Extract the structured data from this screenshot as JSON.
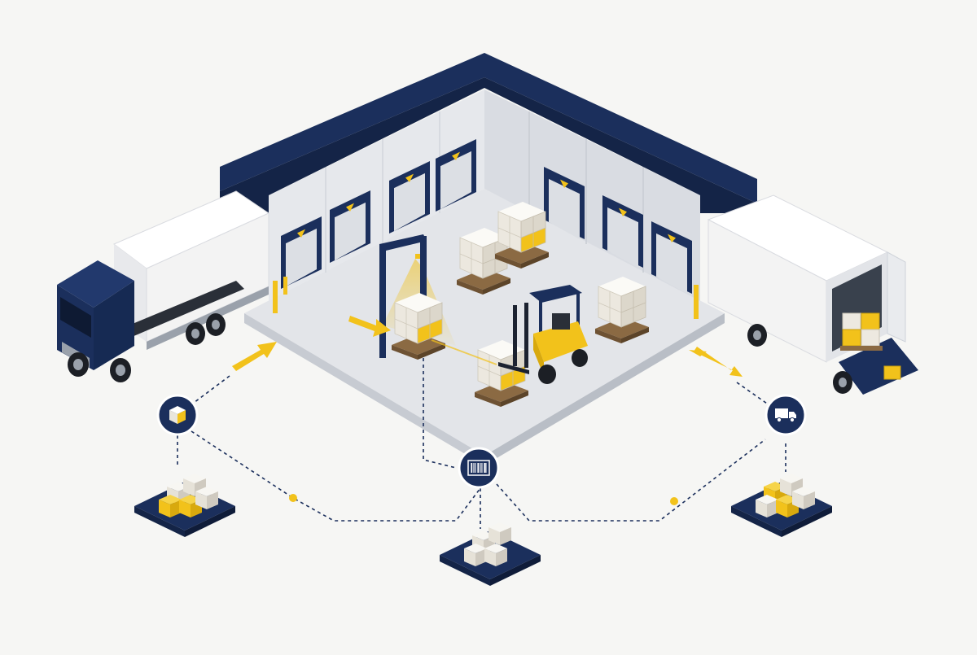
{
  "colors": {
    "navy": "#1b2f5c",
    "navy_dark": "#142447",
    "yellow": "#f2c21b",
    "wall": "#e4e6ea",
    "wall_dark": "#cfd3da",
    "floor": "#dcdfe4",
    "box": "#ece8df",
    "pallet": "#8b6a43",
    "trailer": "#f2f2f2",
    "background": "#f6f6f4"
  },
  "building": {
    "dock_doors_left_wall": 4,
    "dock_doors_right_wall": 3
  },
  "equipment": {
    "scanner_gate": "scanner-arch",
    "forklift": "forklift",
    "trucks": [
      "inbound-truck",
      "outbound-truck"
    ]
  },
  "process_nodes": [
    {
      "id": "receiving",
      "icon": "package-icon"
    },
    {
      "id": "sorting",
      "icon": "barcode-icon"
    },
    {
      "id": "shipping",
      "icon": "truck-icon"
    }
  ]
}
